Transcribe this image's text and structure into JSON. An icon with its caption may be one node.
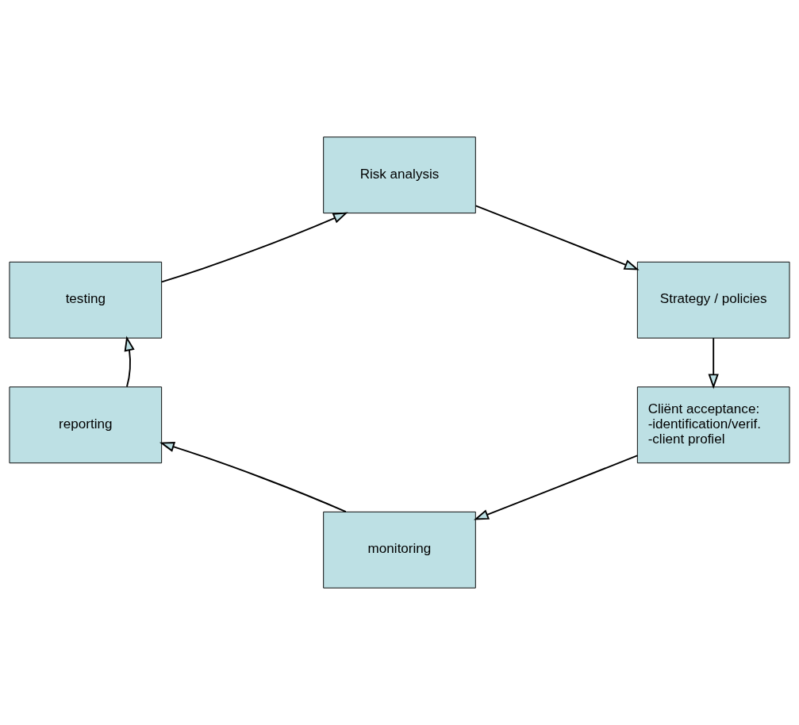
{
  "diagram": {
    "nodes": [
      {
        "text": [
          "Risk analysis"
        ]
      },
      {
        "text": [
          "Strategy / policies"
        ]
      },
      {
        "text": [
          "Cliënt acceptance:",
          "-identification/verif.",
          "-client profiel"
        ]
      },
      {
        "text": [
          "monitoring"
        ]
      },
      {
        "text": [
          "reporting"
        ]
      },
      {
        "text": [
          "testing"
        ]
      }
    ],
    "edges": [
      {
        "from": 0,
        "to": 1,
        "arrow": "to"
      },
      {
        "from": 1,
        "to": 2,
        "arrow": "to"
      },
      {
        "from": 2,
        "to": 3,
        "arrow": "to"
      },
      {
        "from": 3,
        "to": 4,
        "arrow": "to"
      },
      {
        "from": 4,
        "to": 5,
        "arrow": "to"
      },
      {
        "from": 5,
        "to": 0,
        "arrow": "to"
      }
    ]
  }
}
